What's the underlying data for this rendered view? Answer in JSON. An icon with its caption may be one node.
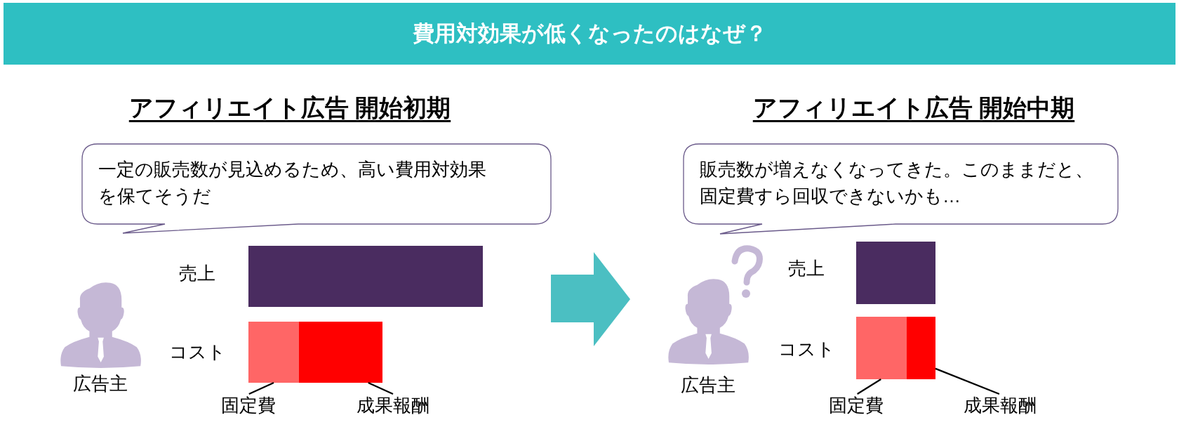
{
  "diagram": {
    "title": "費用対効果が低くなったのはなぜ？",
    "nodes": [
      {
        "text": [
          "一定の販売数が見込めるため、高い費用対効果を保てそうだ"
        ]
      },
      {
        "text": [],
        "shape": "bar"
      },
      {
        "text": [],
        "shape": "bar"
      },
      {
        "text": [],
        "shape": "bar"
      },
      {
        "text": [
          "固定費"
        ]
      },
      {
        "text": [
          "成果報酬"
        ]
      },
      {
        "text": [
          "販売数が増えなくなってきた。このままだと、固定費すら回収できないかも…"
        ]
      },
      {
        "text": [],
        "shape": "bar"
      },
      {
        "text": [],
        "shape": "bar"
      },
      {
        "text": [],
        "shape": "bar"
      },
      {
        "text": [
          "固定費"
        ]
      },
      {
        "text": [
          "成果報酬"
        ]
      }
    ],
    "edges": [
      {
        "from": 4,
        "to": 2,
        "arrow": "none"
      },
      {
        "from": 5,
        "to": 3,
        "arrow": "none"
      },
      {
        "from": 10,
        "to": 8,
        "arrow": "none"
      },
      {
        "from": 11,
        "to": 9,
        "arrow": "none"
      }
    ],
    "labels": [
      "アフィリエイト広告 開始初期",
      "アフィリエイト広告 開始中期",
      "売上",
      "コスト",
      "広告主",
      "売上",
      "コスト",
      "広告主"
    ]
  }
}
